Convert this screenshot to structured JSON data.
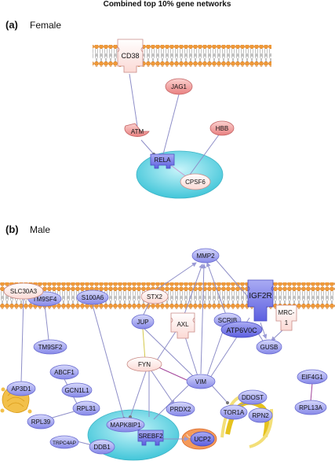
{
  "title": "Combined top 10% gene networks",
  "panels": [
    {
      "letter": "(a)",
      "label": "Female"
    },
    {
      "letter": "(b)",
      "label": "Male"
    }
  ],
  "colors": {
    "membrane": "#f19a38",
    "female_node": "#f29a9a",
    "male_node": "#9c9ef0",
    "nucleus": "#5fd3e2",
    "mitochondrion": "#f49a5a",
    "golgi": "#f2c04a",
    "er": "#f0d444",
    "edge": "#8e8ec8"
  },
  "female_nodes": {
    "cd38": "CD38",
    "jag1": "JAG1",
    "atm": "ATM",
    "hbb": "HBB",
    "rela": "RELA",
    "cpsf6": "CPSF6"
  },
  "male_nodes": {
    "mmp2": "MMP2",
    "tm9sf4": "TM9SF4",
    "igf2r": "IGF2R",
    "stx2": "STX2",
    "slc30a3": "SLC30A3",
    "s100a6": "S100A6",
    "mrc_line1": "MRC-",
    "mrc_line2": "1",
    "jup": "JUP",
    "axl": "AXL",
    "scrib": "SCRIB",
    "tm9sf2": "TM9SF2",
    "atp6v0c": "ATP6V0C",
    "abcf1": "ABCF1",
    "fyn": "FYN",
    "gusb": "GUSB",
    "vim": "VIM",
    "eif4g1": "EIF4G1",
    "ap3d1": "AP3D1",
    "gcn1l1": "GCN1L1",
    "ddost": "DDOST",
    "rpl31": "RPL31",
    "prdx2": "PRDX2",
    "tor1a": "TOR1A",
    "rpn2": "RPN2",
    "rpl13a": "RPL13A",
    "rpl39": "RPL39",
    "mapk8ip1": "MAPK8IP1",
    "trpc4ap": "TRPC4AP",
    "srebf2": "SREBF2",
    "ucp2": "UCP2",
    "ddb1": "DDB1"
  }
}
